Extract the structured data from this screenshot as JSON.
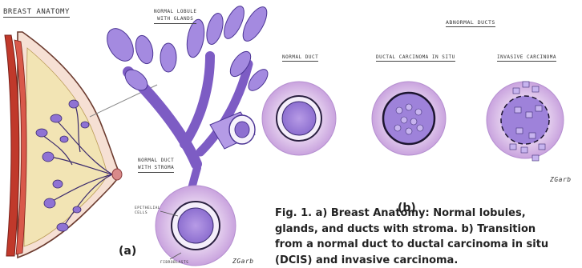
{
  "panel_a": {
    "title": "BREAST ANATOMY",
    "lobule_label": [
      "NORMAL LOBULE",
      "WITH GLANDS"
    ],
    "duct_stroma_label": [
      "NORMAL DUCT",
      "WITH STROMA"
    ],
    "epithelial_label": [
      "EPITHELIAL",
      "CELLS"
    ],
    "fibroblasts_label": "FIBROBLASTS",
    "signature": "ZGarb",
    "tag": "(a)"
  },
  "panel_b": {
    "header": "ABNORMAL DUCTS",
    "normal_duct": "NORMAL DUCT",
    "dcis": "DUCTAL CARCINOMA IN SITU",
    "invasive": "INVASIVE CARCINOMA",
    "signature": "ZGarb",
    "tag": "(b)"
  },
  "caption": {
    "lines": [
      "Fig. 1. a) Breast Anatomy: Normal lobules,",
      "glands, and ducts with stroma. b) Transition",
      "from a normal duct to ductal carcinoma in situ",
      "(DCIS) and invasive carcinoma."
    ]
  },
  "colors": {
    "stroma": "#c9a8dc",
    "duct_purple": "#8b63c7",
    "lobule": "#9b7fd6",
    "muscle_red": "#c0392b",
    "fat_yellow": "#f3e4b0",
    "skin": "#f2d0c0",
    "nipple": "#d98a8a"
  }
}
